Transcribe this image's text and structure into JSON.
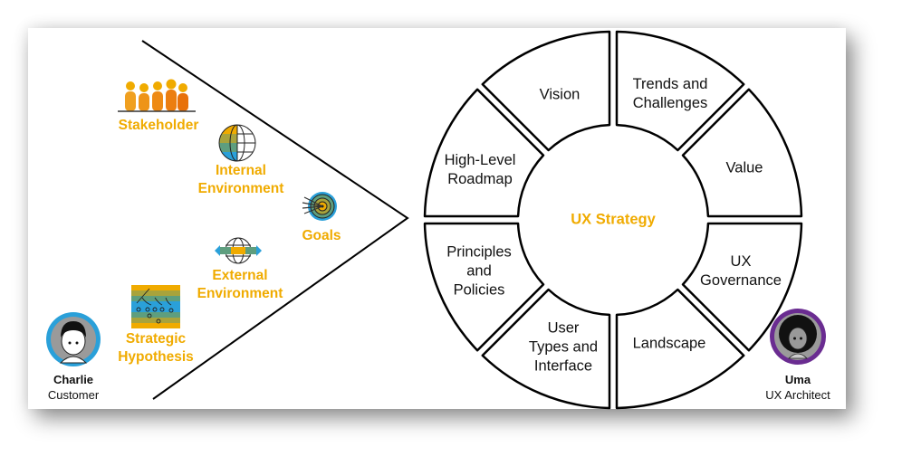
{
  "colors": {
    "accent_orange": "#F0AB00",
    "dark_orange": "#E8710A",
    "blue": "#2AA0D9",
    "teal": "#5E9E7E",
    "olive": "#A8A33C",
    "purple": "#6A2C91",
    "line": "#000000"
  },
  "left_items": [
    {
      "id": "stakeholder",
      "label": "Stakeholder",
      "icon": "people-group-icon"
    },
    {
      "id": "internal",
      "label": "Internal\nEnvironment",
      "icon": "half-globe-icon"
    },
    {
      "id": "goals",
      "label": "Goals",
      "icon": "target-icon"
    },
    {
      "id": "external",
      "label": "External\nEnvironment",
      "icon": "globe-arrows-icon"
    },
    {
      "id": "hypothesis",
      "label": "Strategic\nHypothesis",
      "icon": "playbook-icon"
    }
  ],
  "center_label": "UX Strategy",
  "segments": [
    "Trends and\nChallenges",
    "Value",
    "UX\nGovernance",
    "Landscape",
    "User\nTypes and\nInterface",
    "Principles\nand\nPolicies",
    "High-Level\nRoadmap",
    "Vision"
  ],
  "people": [
    {
      "name": "Charlie",
      "role": "Customer",
      "ring_color": "#2AA0D9"
    },
    {
      "name": "Uma",
      "role": "UX Architect",
      "ring_color": "#6A2C91"
    }
  ]
}
